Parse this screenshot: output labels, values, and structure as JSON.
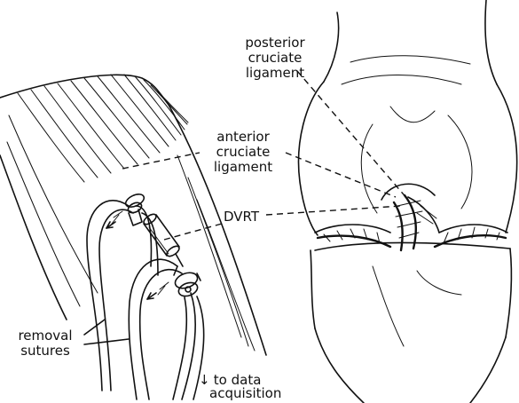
{
  "labels": {
    "pcl": [
      "posterior",
      "cruciate",
      "ligament"
    ],
    "acl": [
      "anterior",
      "cruciate",
      "ligament"
    ],
    "dvrt": "DVRT",
    "sutures": [
      "removal",
      "sutures"
    ],
    "acquisition": [
      "to data",
      "acquisition"
    ],
    "arrow_glyph": "↓"
  }
}
